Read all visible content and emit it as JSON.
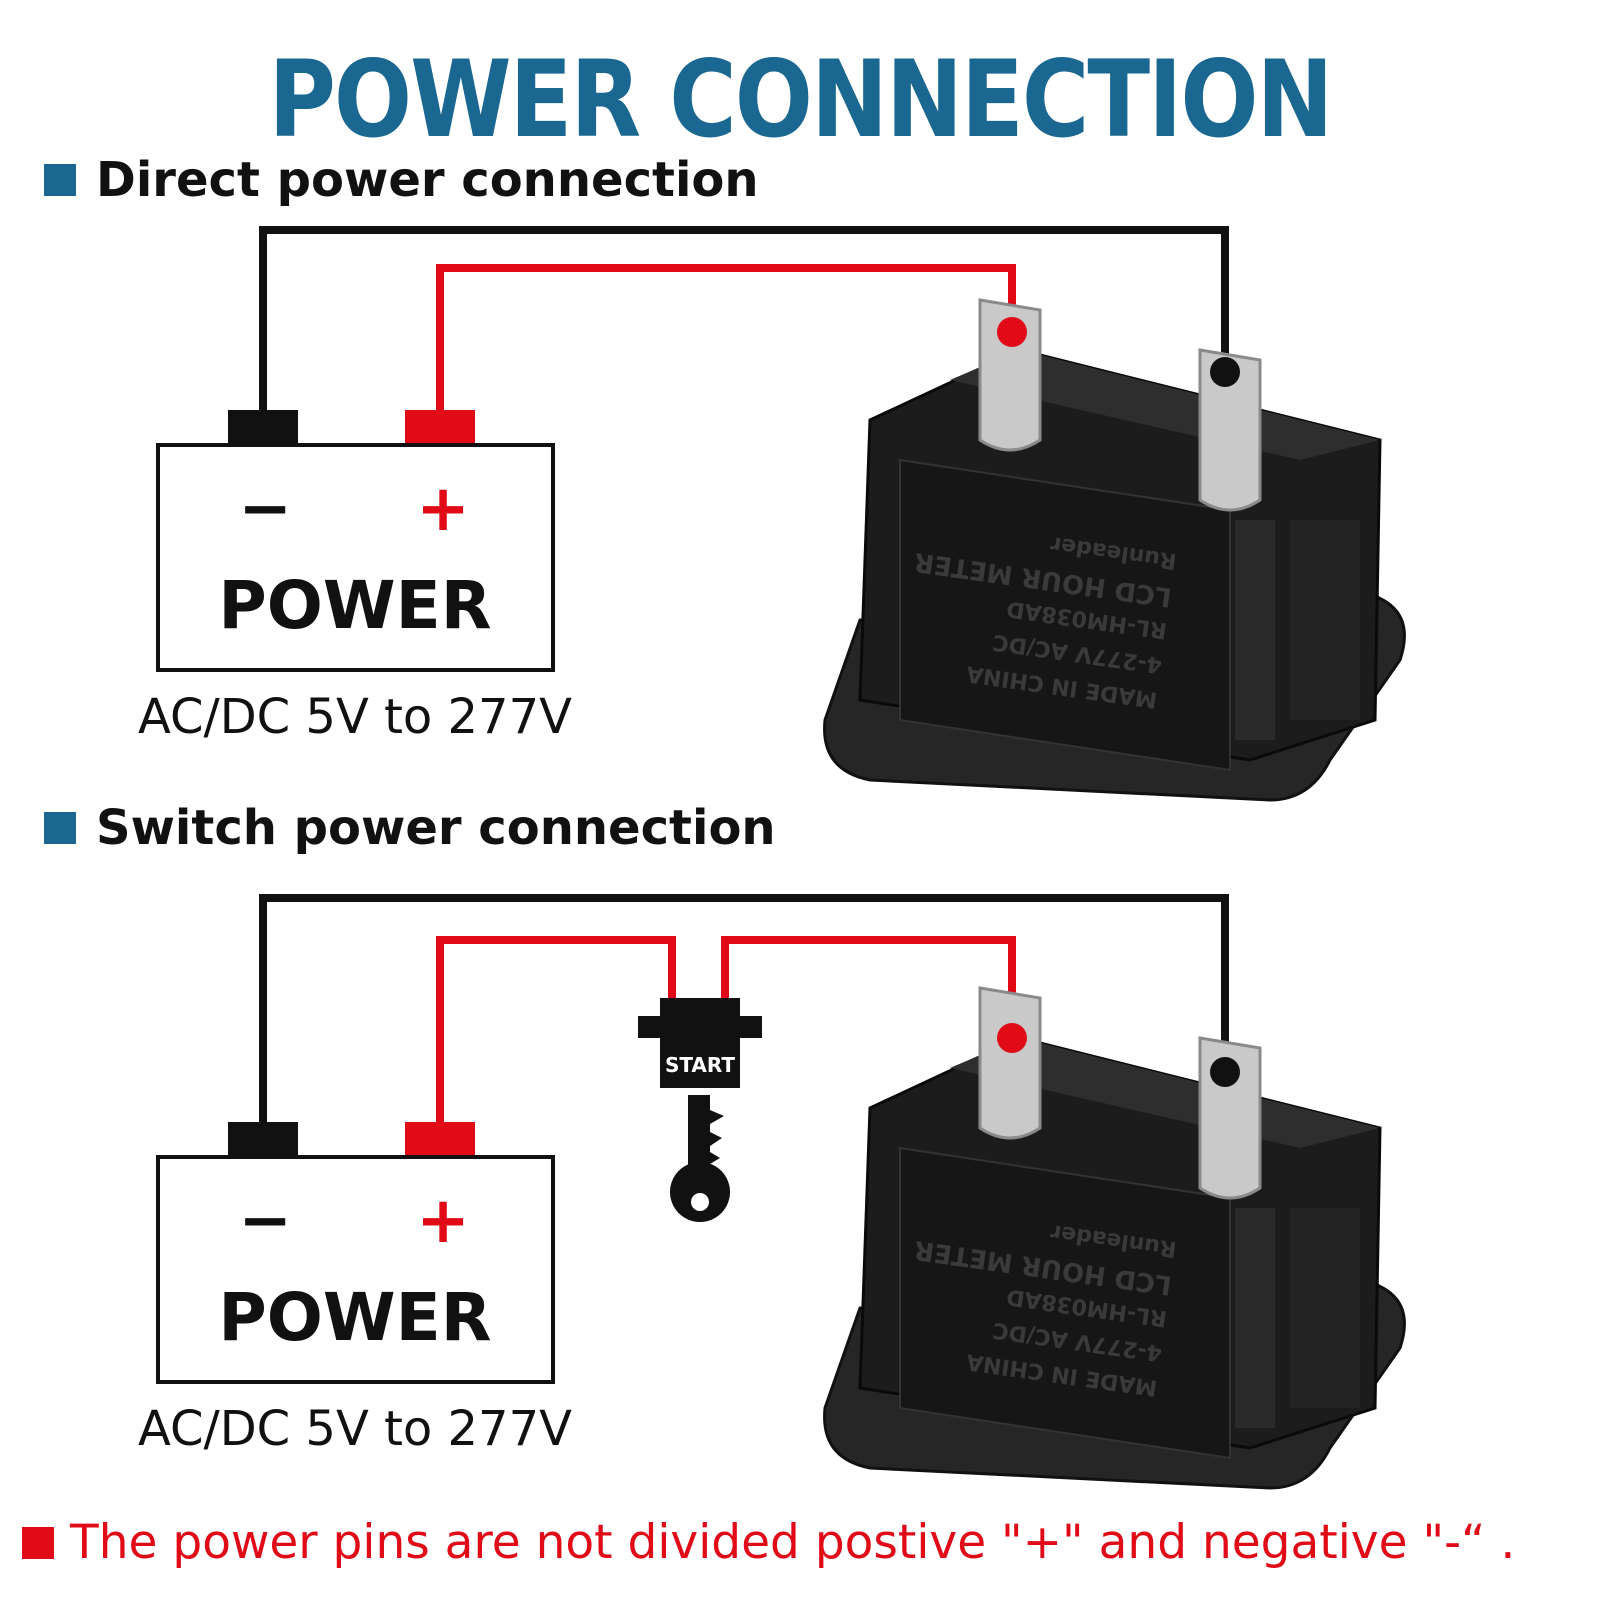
{
  "title": "POWER CONNECTION",
  "sections": [
    {
      "heading": "Direct power connection",
      "power": {
        "label": "POWER",
        "minus": "−",
        "plus": "+",
        "voltage": "AC/DC 5V to 277V"
      }
    },
    {
      "heading": "Switch power connection",
      "power": {
        "label": "POWER",
        "minus": "−",
        "plus": "+",
        "voltage": "AC/DC 5V to 277V"
      },
      "switch_label": "START"
    }
  ],
  "meter_text": [
    "MADE IN CHINA",
    "4-277V AC/DC",
    "RL-HM038AD",
    "LCD HOUR METER",
    "Runleader"
  ],
  "footer": "The power pins are not divided postive \"+\" and negative \"-“ .",
  "colors": {
    "accent": "#1a6891",
    "wire_positive": "#e10a17",
    "wire_negative": "#111111",
    "warning": "#e10a17",
    "meter_body": "#1c1c1c"
  },
  "icons": [
    "square-bullet-icon",
    "key-icon",
    "battery-icon",
    "hour-meter-icon"
  ]
}
